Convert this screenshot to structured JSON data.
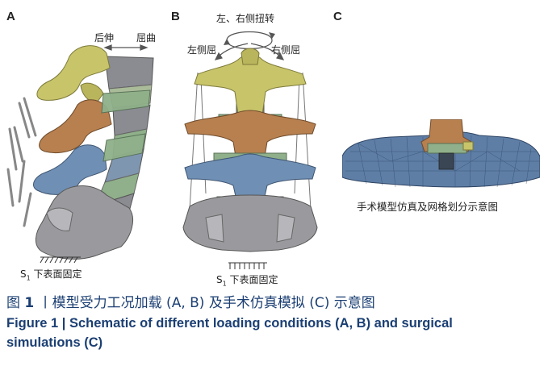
{
  "panel_a": {
    "letter": "A",
    "extension_label": "后伸",
    "flexion_label": "屈曲",
    "fixed_label_sub": "1",
    "fixed_label_prefix": "S",
    "fixed_label_text": " 下表面固定"
  },
  "panel_b": {
    "letter": "B",
    "rotation_label": "左、右侧扭转",
    "left_bend_label": "左侧屈",
    "right_bend_label": "右侧屈",
    "fixed_label_prefix": "S",
    "fixed_label_sub": "1",
    "fixed_label_text": " 下表面固定"
  },
  "panel_c": {
    "letter": "C",
    "caption": "手术模型仿真及网格划分示意图"
  },
  "caption": {
    "cn_prefix": "图 ",
    "cn_number": "1",
    "cn_text": " 丨模型受力工况加载 (A, B) 及手术仿真模拟 (C) 示意图",
    "en_line1": "Figure 1  |  Schematic of different loading conditions (A, B) and surgical",
    "en_line2": "simulations (C)"
  },
  "colors": {
    "caption_blue": "#1b3f73",
    "vertebra_yellow": "#c8c46a",
    "vertebra_orange": "#b8804f",
    "vertebra_blue": "#6f8fb4",
    "disc_green": "#8fb08a",
    "sacrum_gray": "#9a9a9e"
  }
}
